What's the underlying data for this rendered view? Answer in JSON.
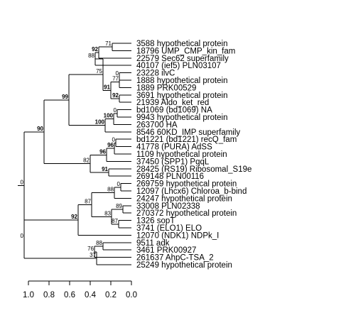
{
  "tree": {
    "leaves": [
      "3588 hypothetical protein",
      "18796 UMP_CMP_kin_fam",
      "22579 Sec62 superfamily",
      "40107 (ief5) PLN03107",
      "23228 ilvC",
      "1888 hypothetical protein",
      "1889 PRK00529",
      "3691 hypothetical protein",
      "21939 Aldo_ket_red",
      "bd1069 (bd1069) NA",
      "9943 hypothetical protein",
      "263700 HA",
      "8546 60KD_IMP superfamily",
      "bd1221 (bd1221) recQ_fam",
      "41778 (PURA) AdSS",
      "1109 hypothetical protein",
      "37450 (SPP1) PqqL",
      "28425 (RS19) Ribosomal_S19e",
      "269148 PLN00116",
      "269759 hypothetical protein",
      "12097 (Lhcx6) Chloroa_b-bind",
      "24247 hypothetical protein",
      "33008 PLN02338",
      "270372 hypothetical protein",
      "1326 sopT",
      "3741 (ELO1) ELO",
      "12070 (NDK1) NDPk_I",
      "9511 adk",
      "3461 PRK00927",
      "261637 AhpC-TSA_2",
      "25249 hypothetical protein"
    ],
    "support_values": [
      "71",
      "92",
      "88",
      "0",
      "77",
      "92",
      "91",
      "75",
      "0",
      "100",
      "100",
      "99",
      "0",
      "96",
      "96",
      "91",
      "82",
      "90",
      "0",
      "88",
      "89",
      "87",
      "83",
      "87",
      "92",
      "88",
      "76",
      "37",
      "0",
      "0"
    ],
    "axis": {
      "ticks": [
        "1.0",
        "0.8",
        "0.6",
        "0.4",
        "0.2",
        "0.0"
      ]
    }
  }
}
